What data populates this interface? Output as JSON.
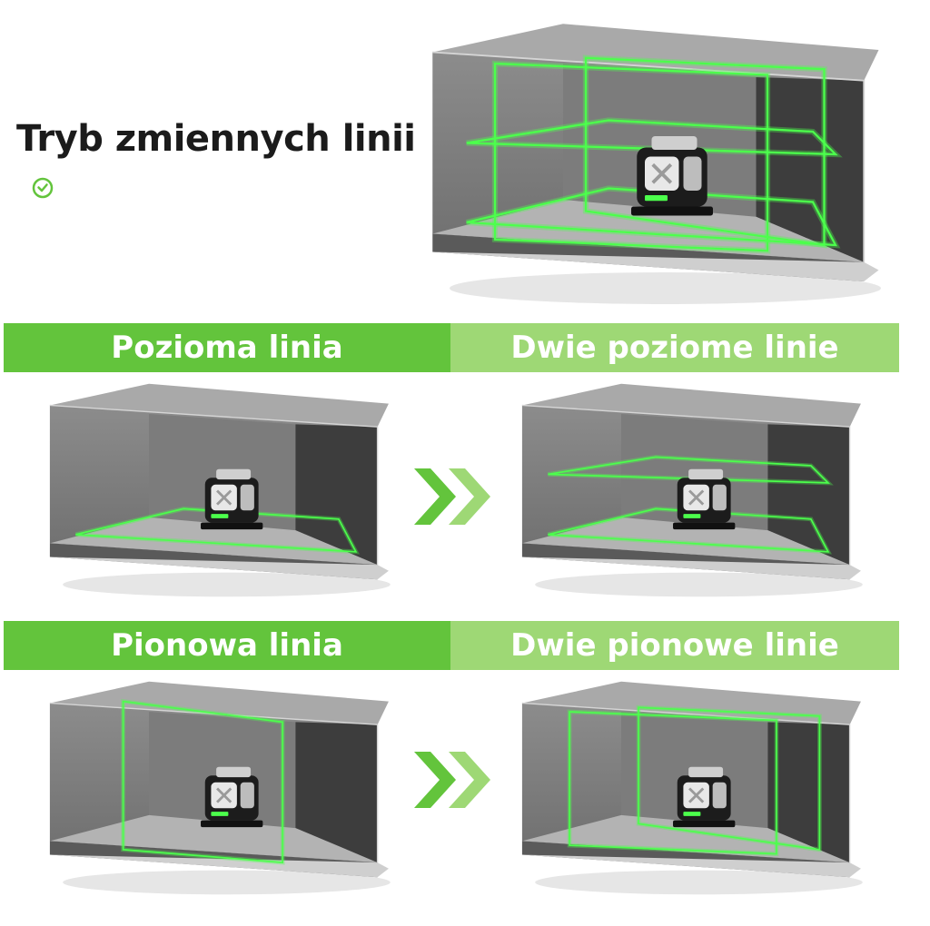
{
  "header": {
    "title": "Tryb zmiennych linii"
  },
  "bands": [
    {
      "left_label": "Pozioma linia",
      "right_label": "Dwie poziome linie"
    },
    {
      "left_label": "Pionowa linia",
      "right_label": "Dwie pionowe linie"
    }
  ],
  "scenes": [
    {
      "name": "all-lines",
      "mode": "all"
    },
    {
      "name": "one-horizontal",
      "mode": "h1"
    },
    {
      "name": "two-horizontal",
      "mode": "h2"
    },
    {
      "name": "one-vertical",
      "mode": "v1"
    },
    {
      "name": "two-vertical",
      "mode": "v2"
    }
  ],
  "colors": {
    "accent": "#63c43c",
    "accent_light": "#9ed875",
    "laser": "#4cff4c",
    "title_text": "#1b1b1b"
  },
  "icons": {
    "title_badge": "check-circle-icon",
    "step_arrow": "double-chevron-right-icon"
  }
}
